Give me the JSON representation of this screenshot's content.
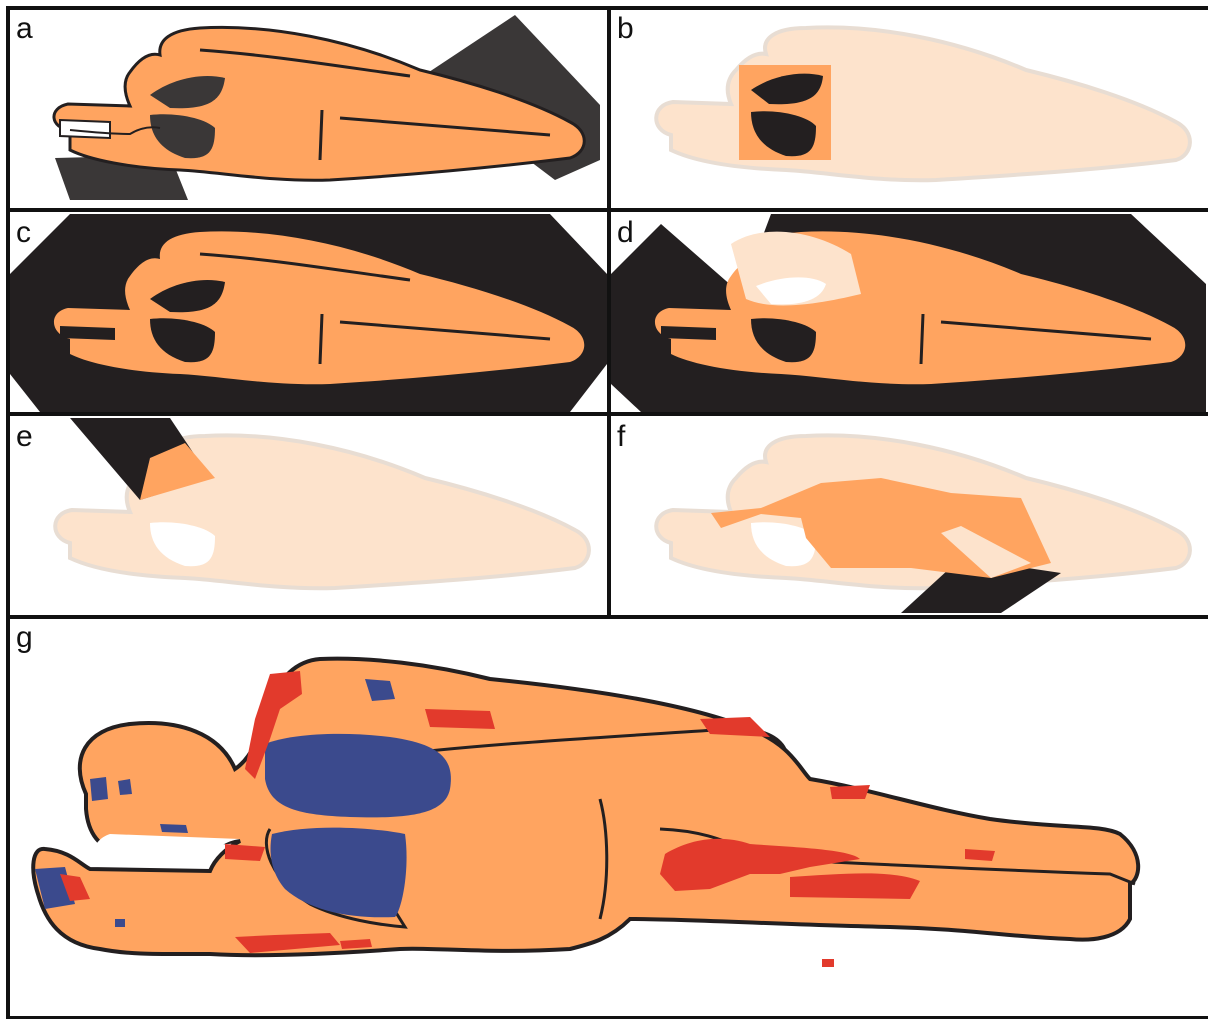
{
  "panels": {
    "a": {
      "label": "a"
    },
    "b": {
      "label": "b"
    },
    "c": {
      "label": "c"
    },
    "d": {
      "label": "d"
    },
    "e": {
      "label": "e"
    },
    "f": {
      "label": "f"
    },
    "g": {
      "label": "g"
    }
  },
  "colors": {
    "body": "#FFA460",
    "body_faded": "#FDE3CC",
    "outline_faded": "#E8DDD3",
    "dark": "#231F20",
    "mask": "#3A3737",
    "blue": "#3B4A8D",
    "red": "#E23A2C"
  }
}
